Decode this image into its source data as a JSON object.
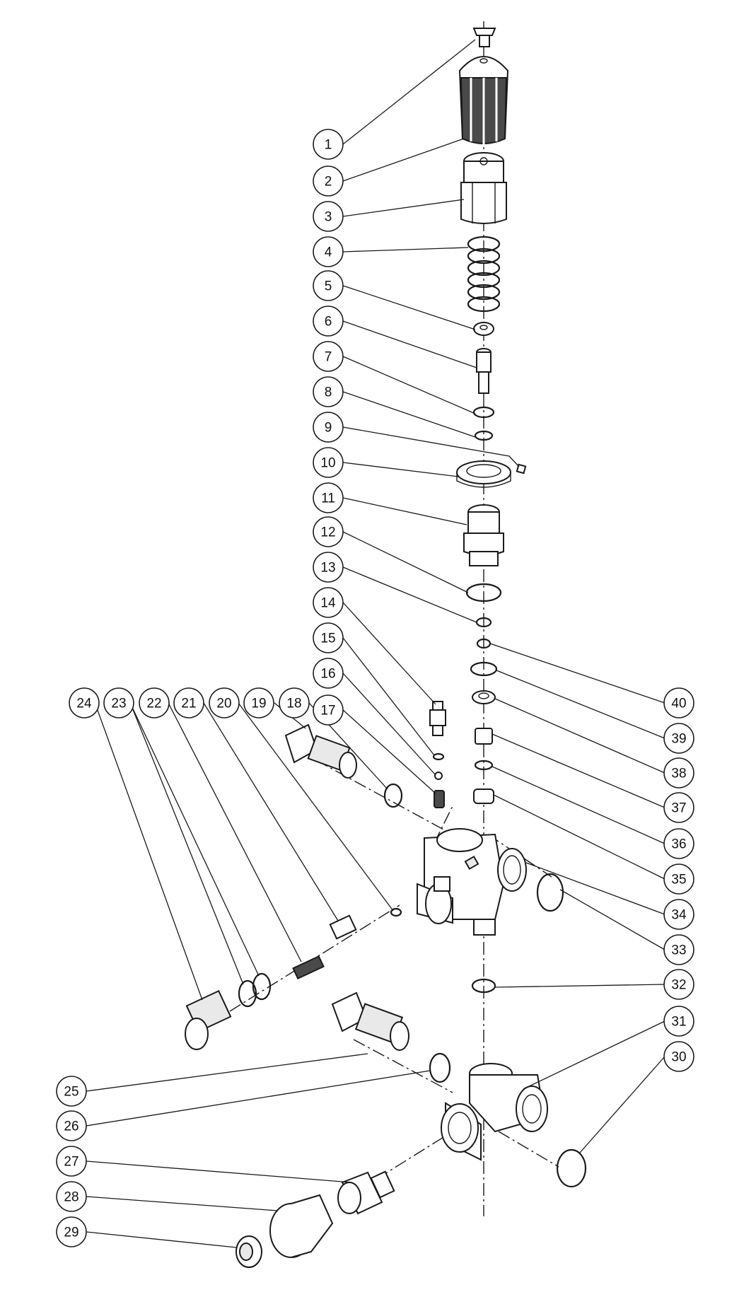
{
  "callouts": [
    {
      "label": "1"
    },
    {
      "label": "2"
    },
    {
      "label": "3"
    },
    {
      "label": "4"
    },
    {
      "label": "5"
    },
    {
      "label": "6"
    },
    {
      "label": "7"
    },
    {
      "label": "8"
    },
    {
      "label": "9"
    },
    {
      "label": "10"
    },
    {
      "label": "11"
    },
    {
      "label": "12"
    },
    {
      "label": "13"
    },
    {
      "label": "14"
    },
    {
      "label": "15"
    },
    {
      "label": "16"
    },
    {
      "label": "17"
    },
    {
      "label": "18"
    },
    {
      "label": "19"
    },
    {
      "label": "20"
    },
    {
      "label": "21"
    },
    {
      "label": "22"
    },
    {
      "label": "23"
    },
    {
      "label": "24"
    },
    {
      "label": "25"
    },
    {
      "label": "26"
    },
    {
      "label": "27"
    },
    {
      "label": "28"
    },
    {
      "label": "29"
    },
    {
      "label": "30"
    },
    {
      "label": "31"
    },
    {
      "label": "32"
    },
    {
      "label": "33"
    },
    {
      "label": "34"
    },
    {
      "label": "35"
    },
    {
      "label": "36"
    },
    {
      "label": "37"
    },
    {
      "label": "38"
    },
    {
      "label": "39"
    },
    {
      "label": "40"
    }
  ]
}
